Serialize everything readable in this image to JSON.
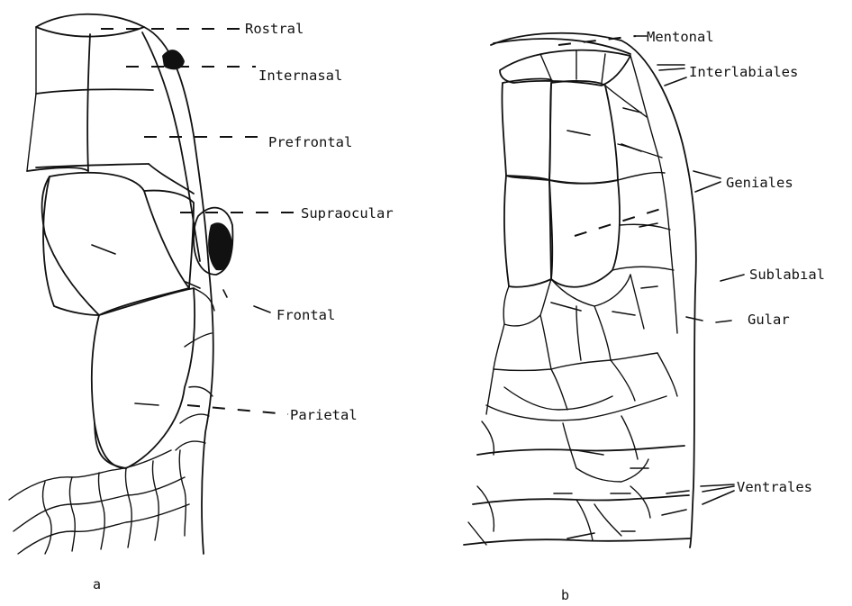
{
  "figure_a": {
    "panel_label": "a",
    "labels": {
      "rostral": "Rostral",
      "internasal": "Internasal",
      "prefrontal": "Prefrontal",
      "supraocular": "Supraocular",
      "frontal": "Frontal",
      "parietal": "Parietal"
    }
  },
  "figure_b": {
    "panel_label": "b",
    "labels": {
      "mentonal": "Mentonal",
      "interlabiales": "Interlabiales",
      "geniales": "Geniales",
      "sublabial": "Sublabıal",
      "gular": "Gular",
      "ventrales": "Ventrales"
    }
  }
}
